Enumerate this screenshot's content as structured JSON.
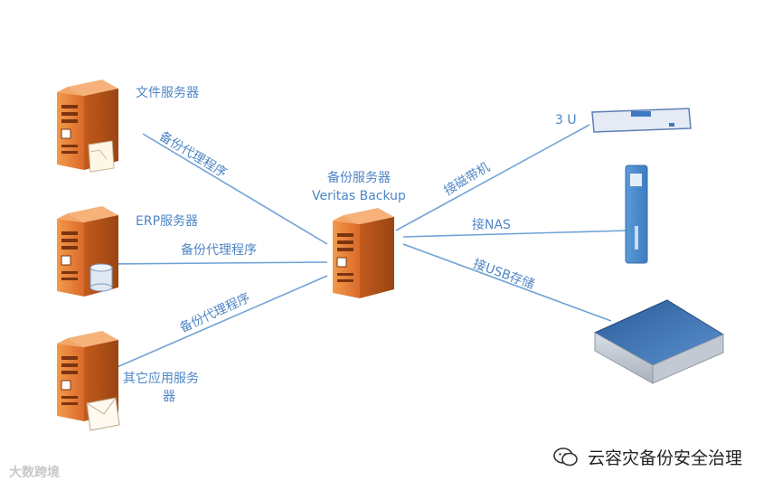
{
  "nodes": {
    "file_server": "文件服务器",
    "erp_server": "ERP服务器",
    "other_server_line1": "其它应用服务",
    "other_server_line2": "器",
    "backup_server_line1": "备份服务器",
    "backup_server_line2": "Veritas Backup"
  },
  "edges": {
    "agent_1": "备份代理程序",
    "agent_2": "备份代理程序",
    "agent_3": "备份代理程序",
    "tape": "接磁带机",
    "nas": "接NAS",
    "usb": "接USB存储"
  },
  "devices": {
    "tape_label": "3 U"
  },
  "watermarks": {
    "left": "大数跨境",
    "right": "云容灾备份安全治理"
  },
  "colors": {
    "label": "#4f86c6",
    "line": "#6fa2d6",
    "server_orange": "#e07a2b",
    "server_dark": "#b5561a"
  }
}
